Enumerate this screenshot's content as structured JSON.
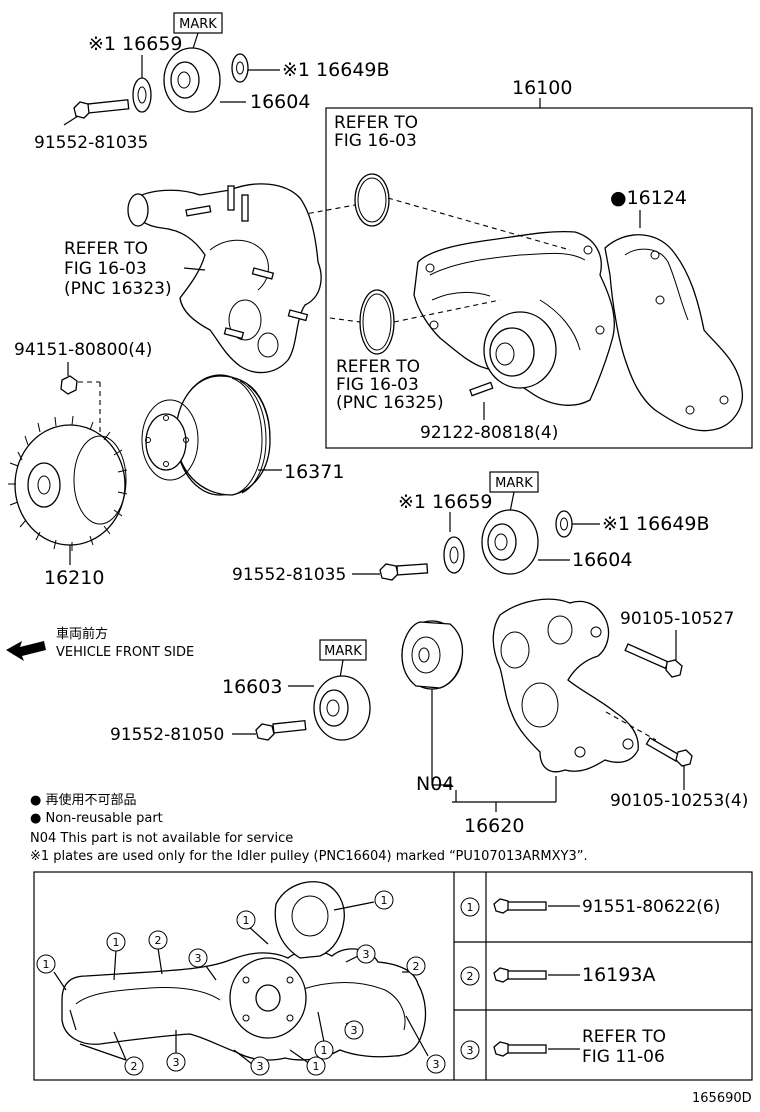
{
  "labels": {
    "p16659_top": "※1 16659",
    "p16649b_top": "※1 16649B",
    "mark_top": "MARK",
    "p16604_top": "16604",
    "p91552_81035_top": "91552-81035",
    "p16100": "16100",
    "refer_fig_1603_a_l1": "REFER TO",
    "refer_fig_1603_a_l2": "FIG 16-03",
    "p16124": "●16124",
    "refer_fig_1603_b_l1": "REFER TO",
    "refer_fig_1603_b_l2": "FIG 16-03",
    "refer_fig_1603_b_l3": "(PNC 16323)",
    "refer_fig_1603_c_l1": "REFER TO",
    "refer_fig_1603_c_l2": "FIG 16-03",
    "refer_fig_1603_c_l3": "(PNC 16325)",
    "p94151": "94151-80800(4)",
    "p92122": "92122-80818(4)",
    "p16371": "16371",
    "p16210": "16210",
    "p16659_mid": "※1 16659",
    "mark_mid": "MARK",
    "p16649b_mid": "※1 16649B",
    "p91552_81035_mid": "91552-81035",
    "p16604_mid": "16604",
    "front_jp": "車両前方",
    "front_en": "VEHICLE FRONT SIDE",
    "mark_low": "MARK",
    "p16603": "16603",
    "p91552_81050": "91552-81050",
    "p90105_10527": "90105-10527",
    "p90105_10253": "90105-10253(4)",
    "n04": "N04",
    "p16620": "16620"
  },
  "notes": {
    "nonreusable_jp": "● 再使用不可部品",
    "nonreusable_en": "● Non-reusable part",
    "n04_note": "N04  This part is not available for service",
    "plates_note": "※1 plates are used only for the Idler pulley (PNC16604) marked “PU107013ARMXY3”."
  },
  "legend": [
    {
      "num": "1",
      "part": "91551-80622(6)"
    },
    {
      "num": "2",
      "part": "16193A"
    },
    {
      "num": "3",
      "part_l1": "REFER TO",
      "part_l2": "FIG 11-06"
    }
  ],
  "bolt_callouts": [
    "1",
    "2",
    "3",
    "1",
    "2",
    "3",
    "3",
    "1",
    "1",
    "3",
    "3",
    "2",
    "3",
    "1",
    "1",
    "3"
  ],
  "figure_id": "165690D"
}
